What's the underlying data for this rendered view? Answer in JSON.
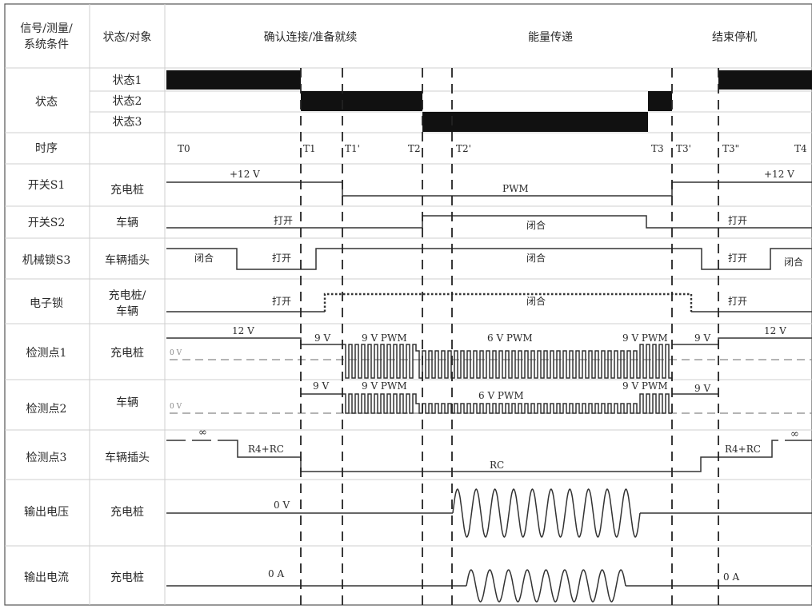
{
  "header": {
    "col1": [
      "信号/测量/",
      "系统条件"
    ],
    "col2": "状态/对象",
    "phase_confirm": "确认连接/准备就续",
    "phase_transfer": "能量传递",
    "phase_end": "结束停机"
  },
  "states": {
    "row_label": "状态",
    "names": [
      "状态1",
      "状态2",
      "状态3"
    ]
  },
  "timing": {
    "row_label": "时序",
    "ticks": [
      "T0",
      "T1",
      "T1'",
      "T2",
      "T2'",
      "T3",
      "T3'",
      "T3\"",
      "T4"
    ]
  },
  "rows": {
    "s1": {
      "label": "开关S1",
      "object": "充电桩",
      "texts": [
        "+12 V",
        "PWM",
        "+12 V"
      ]
    },
    "s2": {
      "label": "开关S2",
      "object": "车辆",
      "texts": [
        "打开",
        "闭合",
        "打开"
      ]
    },
    "s3": {
      "label": "机械锁S3",
      "object": "车辆插头",
      "texts": [
        "闭合",
        "打开",
        "闭合",
        "打开",
        "闭合"
      ]
    },
    "lock": {
      "label": "电子锁",
      "object": [
        "充电桩/",
        "车辆"
      ],
      "texts": [
        "打开",
        "闭合",
        "打开"
      ]
    },
    "cp1": {
      "label": "检测点1",
      "object": "充电桩",
      "texts": [
        "12 V",
        "9 V",
        "9 V PWM",
        "6 V PWM",
        "9 V PWM",
        "9 V",
        "12 V",
        "0 V"
      ]
    },
    "cp2": {
      "label": "检测点2",
      "object": "车辆",
      "texts": [
        "9 V",
        "9 V PWM",
        "6 V PWM",
        "9 V PWM",
        "9 V",
        "0 V"
      ]
    },
    "cp3": {
      "label": "检测点3",
      "object": "车辆插头",
      "texts": [
        "∞",
        "R4+RC",
        "RC",
        "R4+RC",
        "∞"
      ]
    },
    "vout": {
      "label": "输出电压",
      "object": "充电桩",
      "texts": [
        "0 V"
      ]
    },
    "iout": {
      "label": "输出电流",
      "object": "充电桩",
      "texts": [
        "0 A",
        "0 A"
      ]
    }
  }
}
